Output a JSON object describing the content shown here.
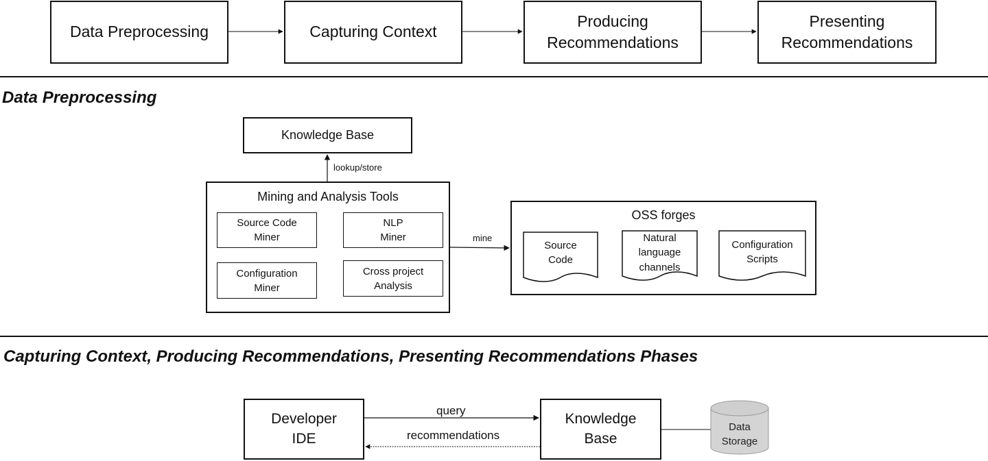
{
  "pipeline": {
    "steps": [
      "Data Preprocessing",
      "Capturing Context",
      "Producing\nRecommendations",
      "Presenting\nRecommendations"
    ]
  },
  "section1": {
    "heading": "Data Preprocessing",
    "knowledge_base": "Knowledge Base",
    "lookup_label": "lookup/store",
    "tools": {
      "title": "Mining and Analysis Tools",
      "items": [
        "Source Code\nMiner",
        "NLP\nMiner",
        "Configuration\nMiner",
        "Cross project\nAnalysis"
      ]
    },
    "mine_label": "mine",
    "forges": {
      "title": "OSS forges",
      "docs": [
        "Source\nCode",
        "Natural\nlanguage\nchannels",
        "Configuration\nScripts"
      ]
    }
  },
  "section2": {
    "heading": "Capturing Context, Producing Recommendations, Presenting Recommendations Phases",
    "developer": "Developer\nIDE",
    "knowledge_base": "Knowledge\nBase",
    "query_label": "query",
    "rec_label": "recommendations",
    "storage": "Data\nStorage",
    "storage_color": "#d4d4d4"
  }
}
